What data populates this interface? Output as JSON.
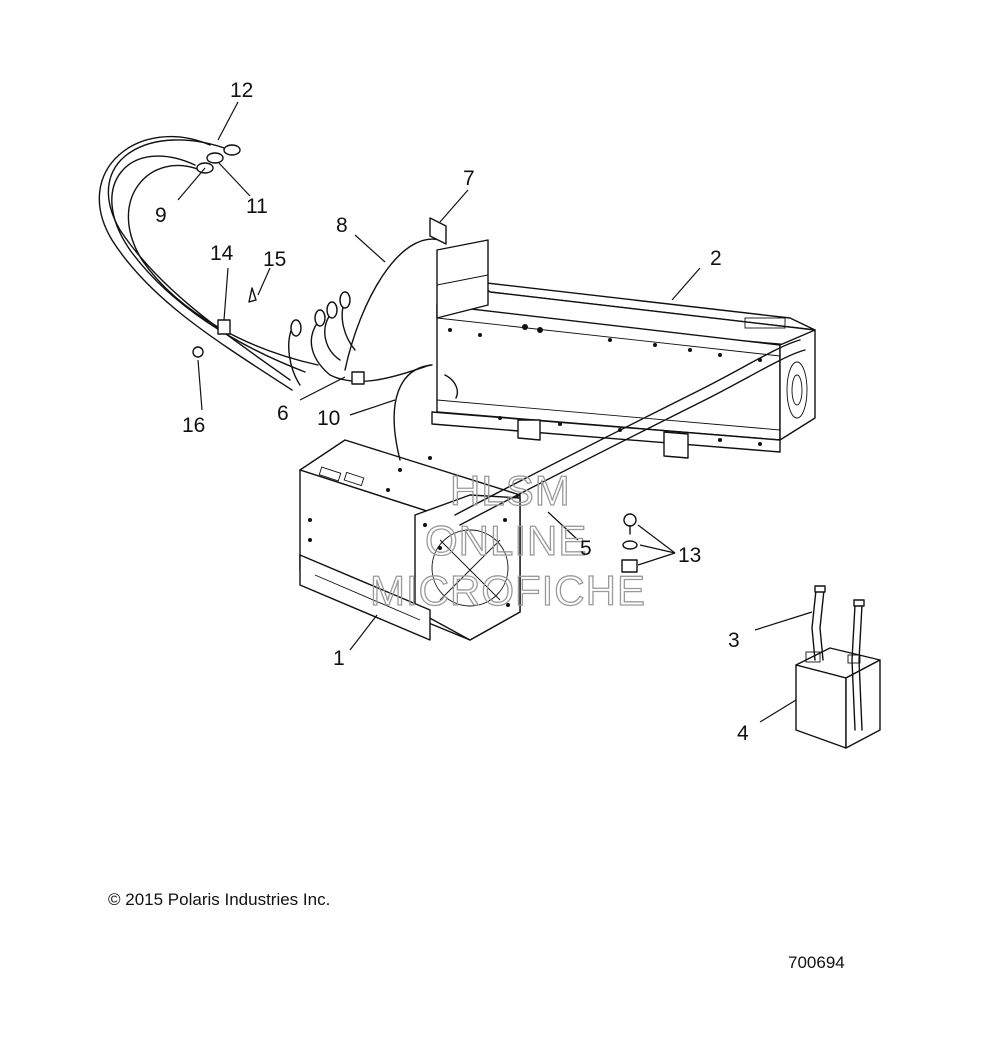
{
  "callouts": [
    {
      "id": "c1",
      "text": "1"
    },
    {
      "id": "c2",
      "text": "2"
    },
    {
      "id": "c3",
      "text": "3"
    },
    {
      "id": "c4",
      "text": "4"
    },
    {
      "id": "c5",
      "text": "5"
    },
    {
      "id": "c6",
      "text": "6"
    },
    {
      "id": "c7",
      "text": "7"
    },
    {
      "id": "c8",
      "text": "8"
    },
    {
      "id": "c9",
      "text": "9"
    },
    {
      "id": "c10",
      "text": "10"
    },
    {
      "id": "c11",
      "text": "11"
    },
    {
      "id": "c12",
      "text": "12"
    },
    {
      "id": "c13",
      "text": "13"
    },
    {
      "id": "c14",
      "text": "14"
    },
    {
      "id": "c15",
      "text": "15"
    },
    {
      "id": "c16",
      "text": "16"
    }
  ],
  "watermark": {
    "line1": "HLSM",
    "line2": "ONLINE",
    "line3": "MICROFICHE"
  },
  "footer": {
    "copyright": "© 2015 Polaris Industries Inc.",
    "figure_id": "700694"
  }
}
